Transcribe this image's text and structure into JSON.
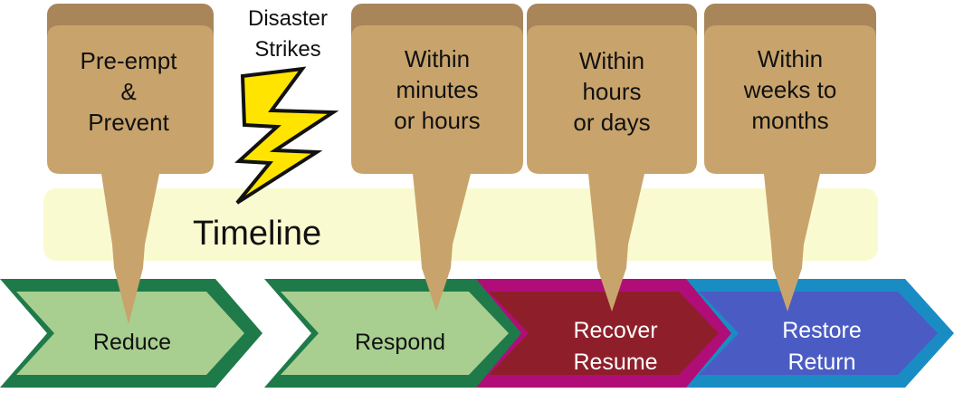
{
  "disaster": {
    "line1": "Disaster",
    "line2": "Strikes"
  },
  "timeline": {
    "label": "Timeline"
  },
  "callouts": [
    {
      "id": "pre-empt",
      "lines": [
        "Pre-empt",
        "&",
        "Prevent"
      ]
    },
    {
      "id": "minutes",
      "lines": [
        "Within",
        "minutes",
        "or hours"
      ]
    },
    {
      "id": "hours",
      "lines": [
        "Within",
        "hours",
        "or days"
      ]
    },
    {
      "id": "weeks",
      "lines": [
        "Within",
        "weeks to",
        "months"
      ]
    }
  ],
  "phases": [
    {
      "id": "reduce",
      "lines": [
        "Reduce"
      ]
    },
    {
      "id": "respond",
      "lines": [
        "Respond"
      ]
    },
    {
      "id": "recover",
      "lines": [
        "Recover",
        "Resume"
      ]
    },
    {
      "id": "restore",
      "lines": [
        "Restore",
        "Return"
      ]
    }
  ],
  "colors": {
    "callout": "#c8a46c",
    "callout_edge": "#a8865a",
    "timeline_band": "#fafad0",
    "lightning": "#ffe400",
    "green_dark": "#1f7a4a",
    "green_light": "#a8cf90",
    "maroon": "#8e1f2a",
    "magenta": "#b00d78",
    "blue": "#4a5cc4",
    "blue_edge": "#1a8cc4"
  }
}
